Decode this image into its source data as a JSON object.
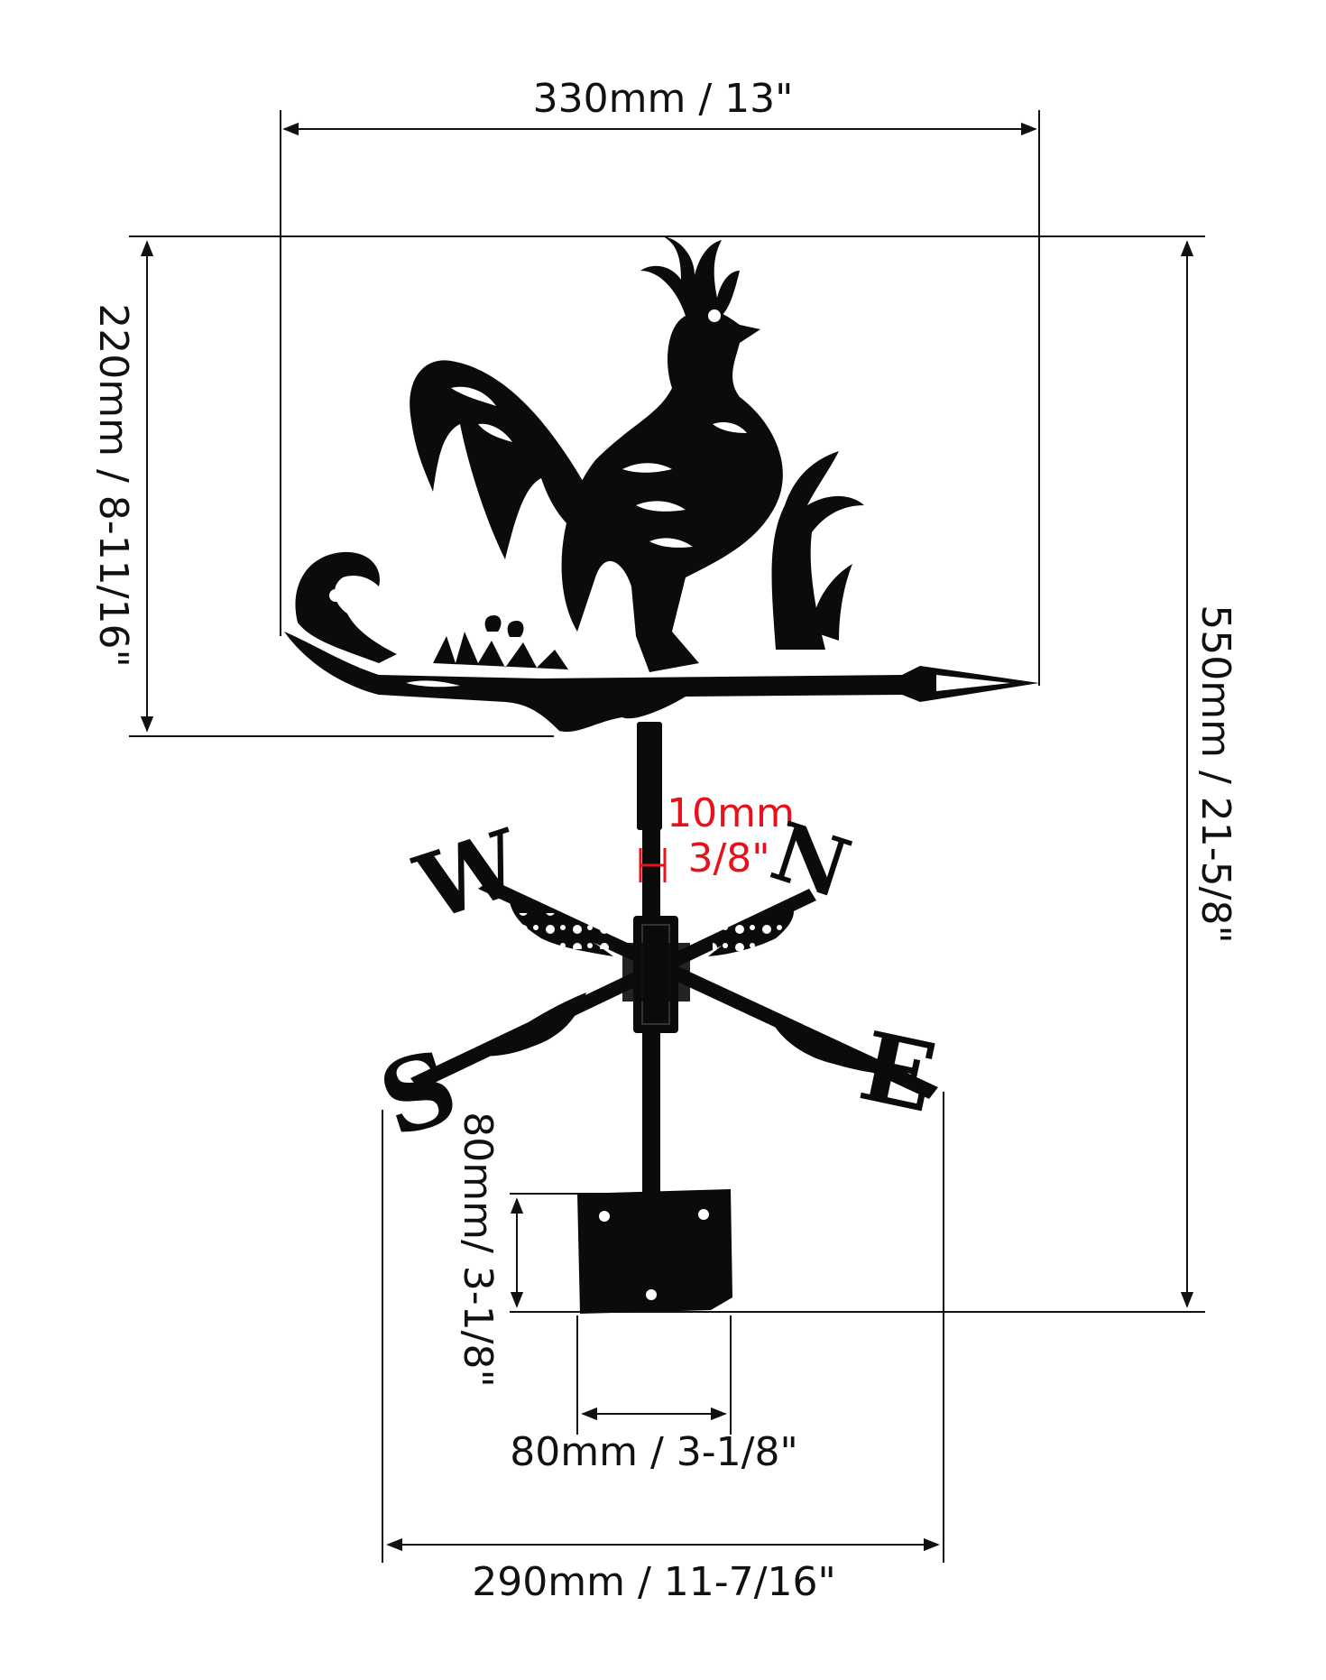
{
  "dimensions": {
    "arrow_width": "330mm / 13\"",
    "figure_height": "220mm / 8-11/16\"",
    "total_height": "550mm / 21-5/8\"",
    "rod_diameter_line1": "10mm",
    "rod_diameter_line2": "3/8\"",
    "base_height": "80mm/ 3-1/8\"",
    "base_width": "80mm / 3-1/8\"",
    "directionals_width": "290mm / 11-7/16\""
  },
  "compass_letters": {
    "north": "N",
    "south": "S",
    "east": "E",
    "west": "W"
  },
  "colors": {
    "iron": "#0b0b0b",
    "dimension_line": "#111111",
    "rod_annotation": "#e8101a",
    "background": "#ffffff"
  },
  "icons": {
    "figure": "rooster-silhouette-icon",
    "base": "mounting-bracket-icon"
  }
}
